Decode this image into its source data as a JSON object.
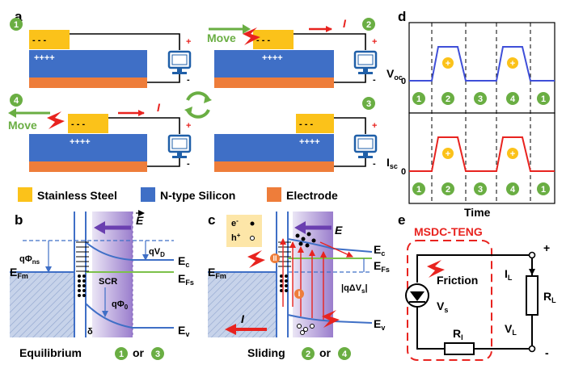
{
  "panels": {
    "a": "a",
    "b": "b",
    "c": "c",
    "d": "d",
    "e": "e"
  },
  "steps": {
    "s1": "1",
    "s2": "2",
    "s3": "3",
    "s4": "4"
  },
  "pa": {
    "move": "Move",
    "current": "I",
    "plus": "+",
    "minus": "-",
    "dashes": "- - -",
    "charges": "++++"
  },
  "legend": [
    {
      "label": "Stainless Steel",
      "color": "#fbc21a"
    },
    {
      "label": "N-type Silicon",
      "color": "#3f6fc6"
    },
    {
      "label": "Electrode",
      "color": "#ee7d3a"
    }
  ],
  "pb": {
    "title": "Equilibrium",
    "or": "or",
    "efm": "E",
    "efm_sub": "Fm",
    "qphins": "qΦ",
    "qphins_sub": "ns",
    "qvd": "qV",
    "qvd_sub": "D",
    "ec": "E",
    "ec_sub": "c",
    "efs": "E",
    "efs_sub": "Fs",
    "ev": "E",
    "ev_sub": "v",
    "scr": "SCR",
    "qphi0": "qΦ",
    "qphi0_sub": "0",
    "delta": "δ",
    "field": "E"
  },
  "pc": {
    "title": "Sliding",
    "or": "or",
    "eminus": "e",
    "eminus_sup": "-",
    "hplus": "h",
    "hplus_sup": "+",
    "efm": "E",
    "efm_sub": "Fm",
    "ec": "E",
    "ec_sub": "c",
    "efs": "E",
    "efs_sub": "Fs",
    "ev": "E",
    "ev_sub": "v",
    "dvs": "|qΔV",
    "dvs_sub": "s",
    "dvs_end": "|",
    "current": "I",
    "field": "E",
    "roman1": "I",
    "roman2": "II"
  },
  "pd": {
    "voc": "V",
    "voc_sub": "oc",
    "isc": "I",
    "isc_sub": "sc",
    "zero": "0",
    "time": "Time",
    "plus": "+"
  },
  "pe": {
    "title": "MSDC-TENG",
    "friction": "Friction",
    "vs": "V",
    "vs_sub": "s",
    "ri": "R",
    "ri_sub": "I",
    "il": "I",
    "il_sub": "L",
    "rl": "R",
    "rl_sub": "L",
    "vl": "V",
    "vl_sub": "L",
    "plus": "+",
    "minus": "-"
  }
}
